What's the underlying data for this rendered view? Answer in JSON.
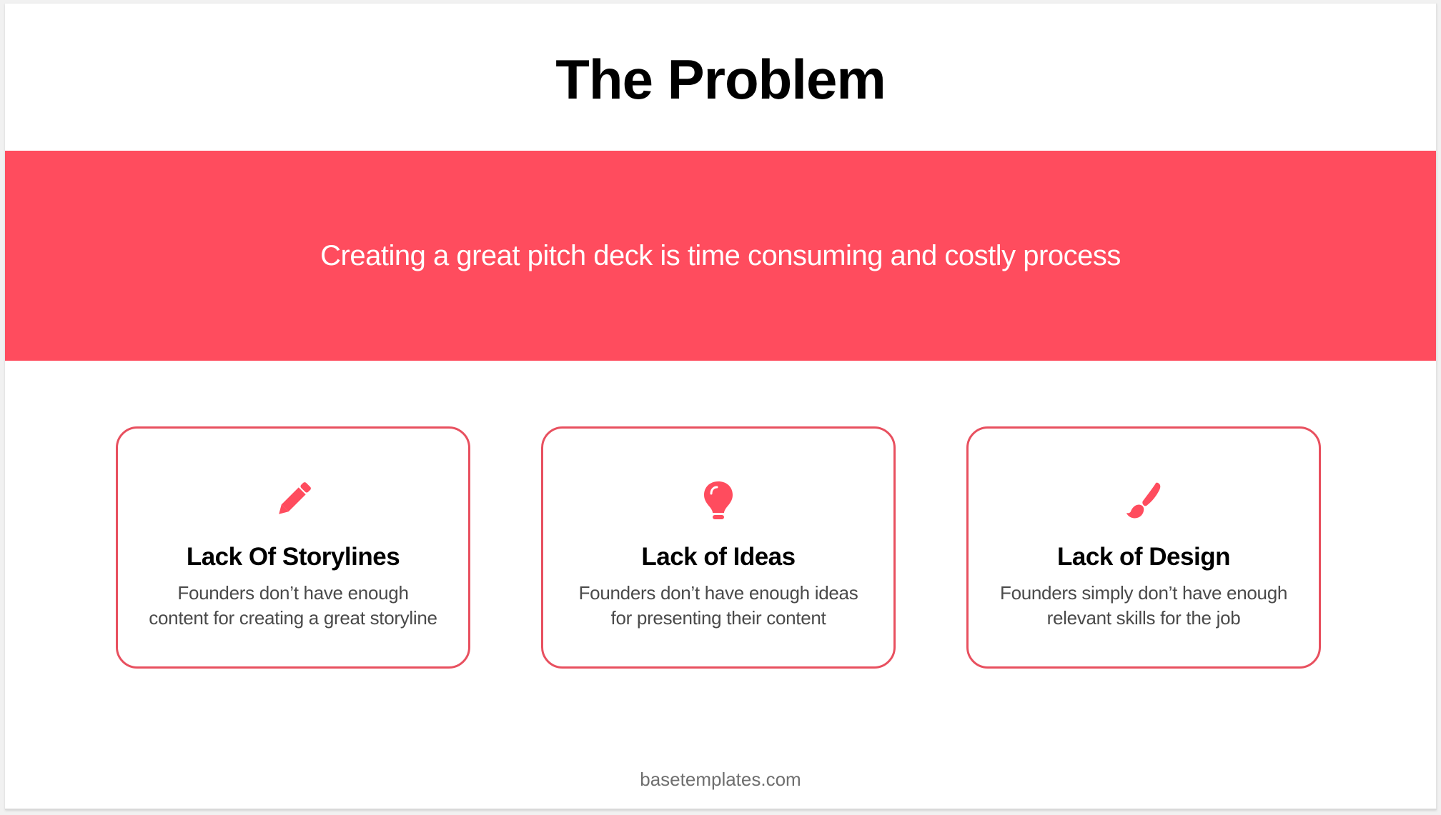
{
  "slide": {
    "title": "The Problem",
    "banner_text": "Creating a great pitch deck is time consuming and costly process",
    "cards": [
      {
        "icon": "pencil-icon",
        "title": "Lack Of Storylines",
        "description_lines": [
          "Founders don’t have enough",
          "content for creating a great storyline"
        ]
      },
      {
        "icon": "lightbulb-icon",
        "title": "Lack of Ideas",
        "description_lines": [
          "Founders don’t have enough ideas",
          "for presenting their content"
        ]
      },
      {
        "icon": "paintbrush-icon",
        "title": "Lack of Design",
        "description_lines": [
          "Founders simply don’t have enough",
          "relevant skills for the job"
        ]
      }
    ],
    "footer": "basetemplates.com"
  },
  "colors": {
    "accent": "#FF4C5E",
    "card_border": "#E8505F",
    "title_text": "#000000",
    "body_text": "#4a4a4a",
    "footer_text": "#6f6f6f",
    "background": "#ffffff"
  }
}
